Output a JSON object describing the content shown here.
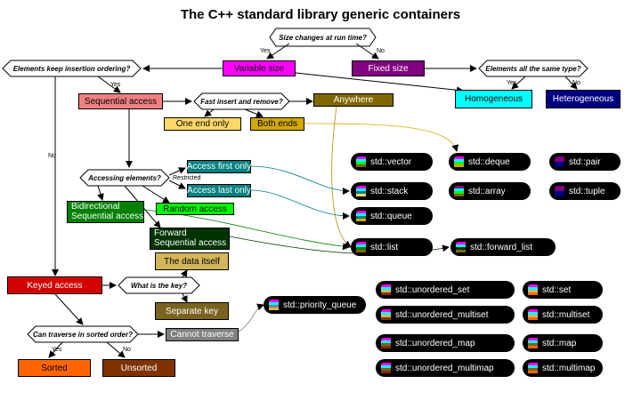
{
  "title": "The C++ standard library generic containers",
  "decisions": {
    "size_changes": "Size changes at run time?",
    "insertion_ordering": "Elements keep insertion ordering?",
    "same_type": "Elements all the same type?",
    "fast_insert": "Fast insert and remove?",
    "accessing": "Accessing elements?",
    "what_key": "What is the key?",
    "sorted_order": "Can traverse in sorted order?"
  },
  "edge_labels": {
    "yes": "Yes",
    "no": "No",
    "restricted": "Restricted"
  },
  "nodes": {
    "variable_size": "Variable size",
    "fixed_size": "Fixed size",
    "homogeneous": "Homogeneous",
    "heterogeneous": "Heterogeneous",
    "sequential_access": "Sequential access",
    "anywhere": "Anywhere",
    "one_end_only": "One end only",
    "both_ends": "Both ends",
    "access_first_only": "Access first only",
    "access_last_only": "Access last only",
    "bidirectional_1": "Bidirectional",
    "bidirectional_2": "Sequential access",
    "random_access": "Random access",
    "forward_1": "Forward",
    "forward_2": "Sequential access",
    "data_itself": "The data itself",
    "keyed_access": "Keyed access",
    "separate_key": "Separate key",
    "cannot_traverse": "Cannot traverse",
    "sorted": "Sorted",
    "unsorted": "Unsorted"
  },
  "containers": {
    "vector": "std::vector",
    "deque": "std::deque",
    "pair": "std::pair",
    "stack": "std::stack",
    "array": "std::array",
    "tuple": "std::tuple",
    "queue": "std::queue",
    "list": "std::list",
    "forward_list": "std::forward_list",
    "priority_queue": "std::priority_queue",
    "unordered_set": "std::unordered_set",
    "set": "std::set",
    "unordered_multiset": "std::unordered_multiset",
    "multiset": "std::multiset",
    "unordered_map": "std::unordered_map",
    "map": "std::map",
    "unordered_multimap": "std::unordered_multimap",
    "multimap": "std::multimap"
  },
  "colors": {
    "variable_size": "#ff00ff",
    "fixed_size": "#800080",
    "homogeneous": "#00ffff",
    "heterogeneous": "#000080",
    "sequential_access": "#f08080",
    "anywhere": "#806600",
    "one_end_only": "#ffd966",
    "both_ends": "#d4a800",
    "first_last": "#008080",
    "bidirectional": "#008000",
    "random_access": "#00ff00",
    "forward": "#003300",
    "data_itself": "#d4b65a",
    "separate_key": "#7a6320",
    "keyed_access": "#d40000",
    "cannot_traverse": "#808080",
    "sorted": "#ff6600",
    "unsorted": "#803300"
  }
}
